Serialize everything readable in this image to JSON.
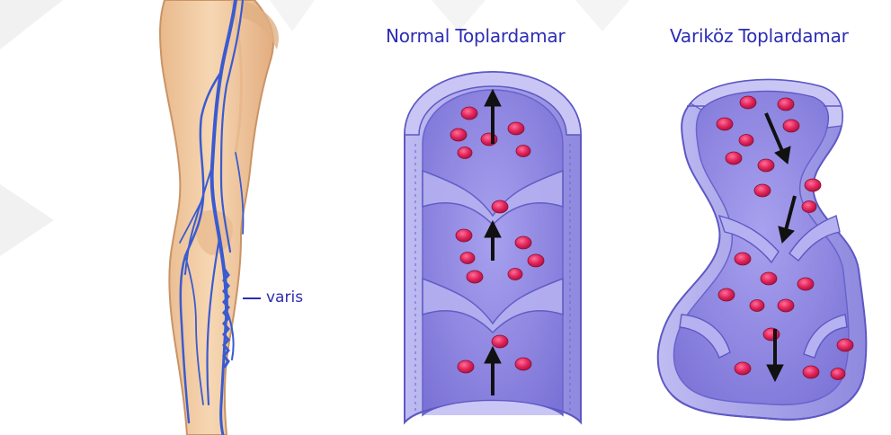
{
  "labels": {
    "normal_vein": "Normal Toplardamar",
    "varicose_vein": "Variköz Toplardamar",
    "varis": "varis"
  },
  "colors": {
    "skin": "#f2cfa6",
    "skin_shadow": "#d9a97c",
    "vein": "#3a5bd0",
    "vessel_wall": "#a7a3e8",
    "vessel_wall_dark": "#7d77d4",
    "lumen": "#8e86e0",
    "blood_cell": "#e0245c",
    "arrow": "#111111",
    "text": "#2d2db4",
    "watermark": "#eeeeee"
  },
  "flow": {
    "normal_vein_direction": "up",
    "varicose_vein_direction": "down"
  }
}
